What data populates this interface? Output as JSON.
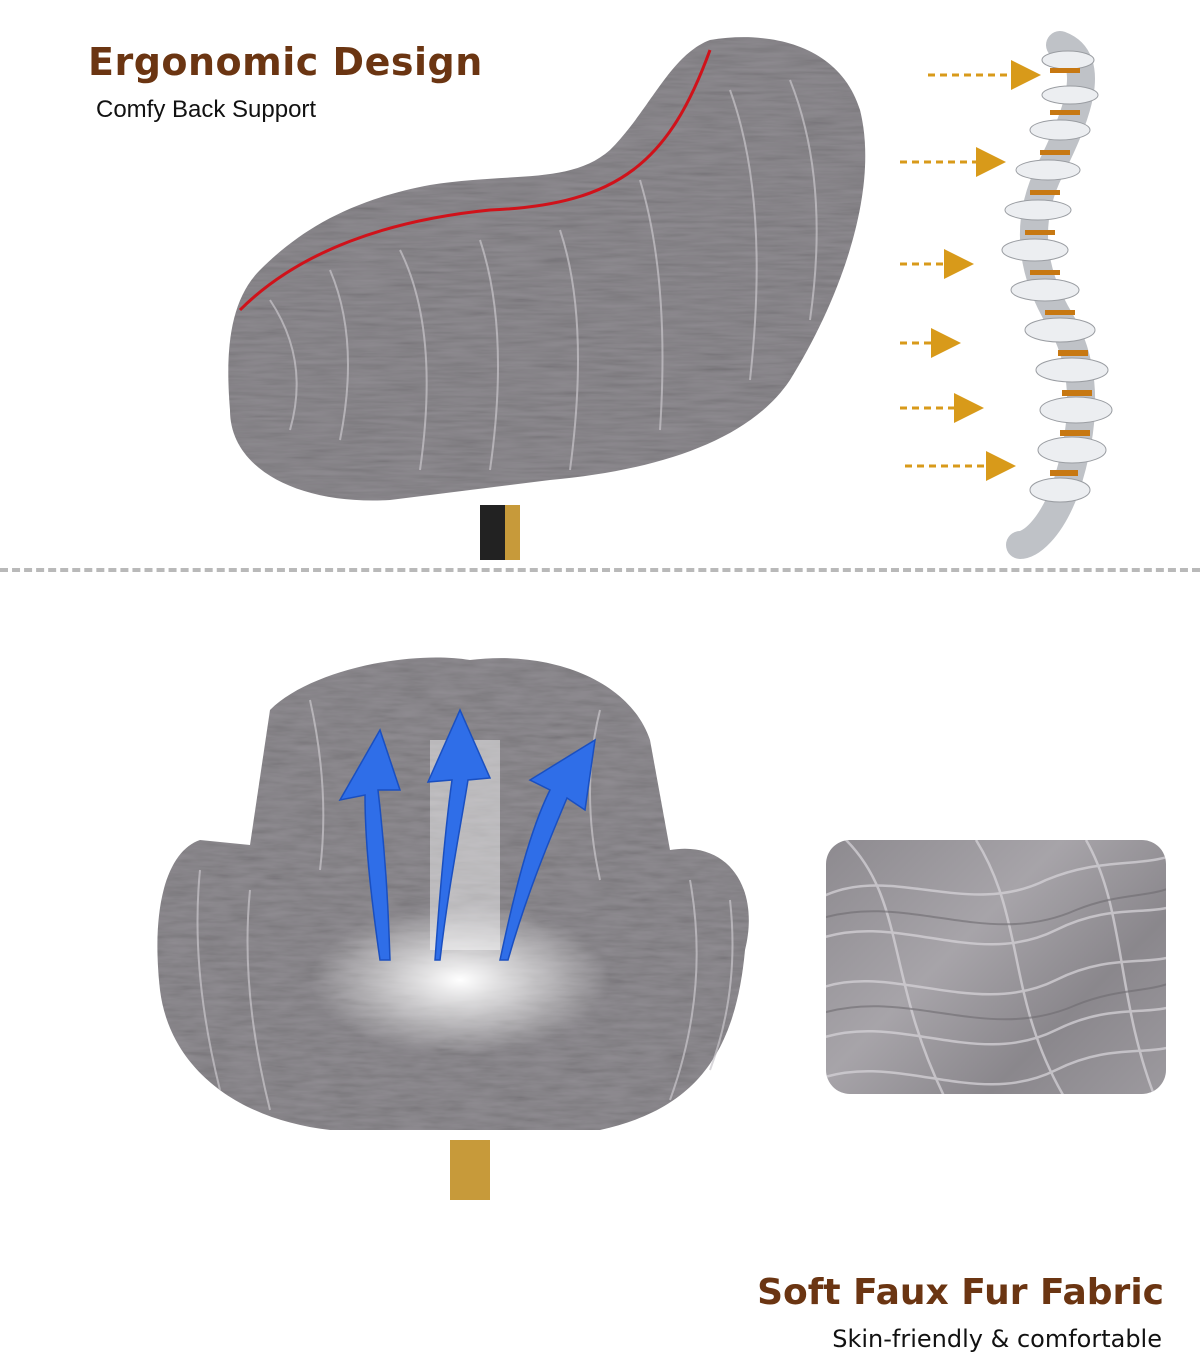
{
  "top_panel": {
    "heading": "Ergonomic Design",
    "subheading": "Comfy Back Support",
    "subject": "fur-chair-side-view",
    "curve_color": "#d0121a",
    "arrow_color": "#d89a1a",
    "spine_color": "#e9ebef"
  },
  "bottom_panel": {
    "heading": "Soft Faux Fur Fabric",
    "subheading": "Skin-friendly & comfortable",
    "subject": "fur-chair-front-view",
    "airflow_arrow_color": "#2f6ee8",
    "swatch": "faux-fur-closeup"
  },
  "colors": {
    "heading": "#6b3512",
    "fur": "#8f8c91",
    "divider": "#b9b9b9"
  }
}
